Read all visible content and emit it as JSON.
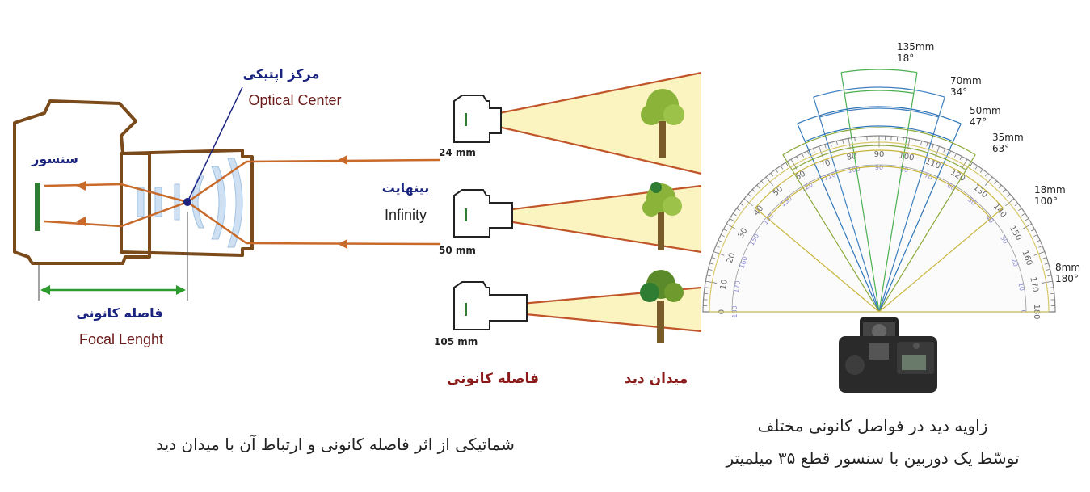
{
  "left_diagram": {
    "sensor_fa": "سنسور",
    "optical_center_fa": "مرکز اپتیکی",
    "optical_center_en": "Optical Center",
    "infinity_fa": "بینهایت",
    "infinity_en": "Infinity",
    "focal_length_fa": "فاصله کانونی",
    "focal_length_en": "Focal Lenght"
  },
  "middle_diagram": {
    "rows": [
      {
        "focal": "24 mm"
      },
      {
        "focal": "50 mm"
      },
      {
        "focal": "105 mm"
      }
    ],
    "focal_length_fa": "فاصله کانونی",
    "field_of_view_fa": "میدان دید"
  },
  "right_diagram": {
    "lenses": [
      {
        "focal": "135mm",
        "angle": "18°",
        "angle_deg": 18,
        "color": "#4caf50"
      },
      {
        "focal": "70mm",
        "angle": "34°",
        "angle_deg": 34,
        "color": "#3f7fbf"
      },
      {
        "focal": "50mm",
        "angle": "47°",
        "angle_deg": 47,
        "color": "#2f76b8"
      },
      {
        "focal": "35mm",
        "angle": "63°",
        "angle_deg": 63,
        "color": "#8aa83a"
      },
      {
        "focal": "18mm",
        "angle": "100°",
        "angle_deg": 100,
        "color": "#c9b43a"
      },
      {
        "focal": "8mm",
        "angle": "180°",
        "angle_deg": 180,
        "color": "#d8c86a"
      }
    ],
    "protractor_outer": [
      "0",
      "10",
      "20",
      "30",
      "40",
      "50",
      "60",
      "70",
      "80",
      "90",
      "100",
      "110",
      "120",
      "130",
      "140",
      "150",
      "160",
      "170",
      "180"
    ],
    "protractor_inner": [
      "180",
      "170",
      "160",
      "150",
      "140",
      "130",
      "120",
      "110",
      "100",
      "90",
      "80",
      "70",
      "60",
      "50",
      "40",
      "30",
      "20",
      "10",
      "0"
    ]
  },
  "captions": {
    "left": "شماتیکی از اثر فاصله کانونی و ارتباط آن با میدان دید",
    "right_line1": "زاویه دید در فواصل کانونی مختلف",
    "right_line2": "توسّط یک دوربین با سنسور قطع ۳۵ میلمیتر"
  }
}
